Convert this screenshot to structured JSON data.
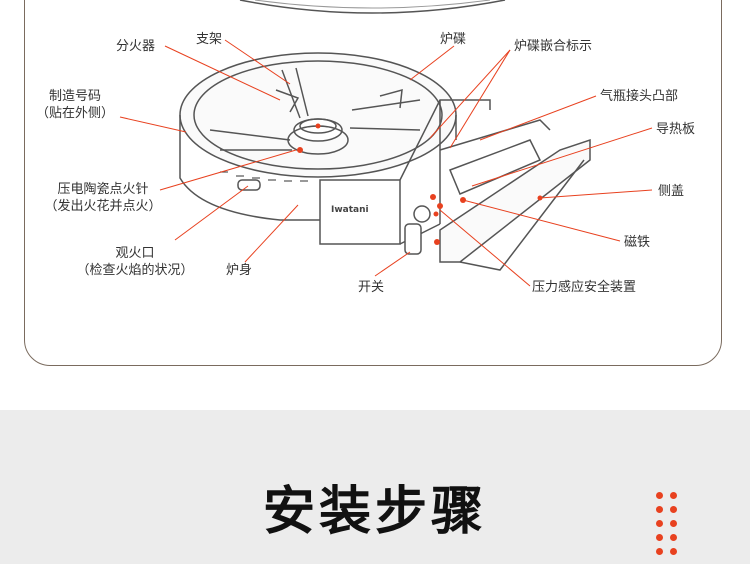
{
  "labels": {
    "burner_cap": "分火器",
    "support": "支架",
    "burner_plate": "炉碟",
    "plate_mark": "炉碟嵌合标示",
    "serial_line1": "制造号码",
    "serial_line2": "（贴在外侧）",
    "gas_connector": "气瓶接头凸部",
    "heat_plate": "导热板",
    "side_cover": "侧盖",
    "igniter_line1": "压电陶瓷点火针",
    "igniter_line2": "（发出火花并点火）",
    "magnet": "磁铁",
    "viewport_line1": "观火口",
    "viewport_line2": "（检查火焰的状况）",
    "body": "炉身",
    "switch": "开关",
    "safety_device": "压力感应安全装置"
  },
  "brand_mark": "Iwatani",
  "footer": {
    "title": "安装步骤"
  },
  "colors": {
    "leader": "#e8411f",
    "outline": "#555555",
    "accent": "#e8411f",
    "footer_bg": "#ececec"
  }
}
